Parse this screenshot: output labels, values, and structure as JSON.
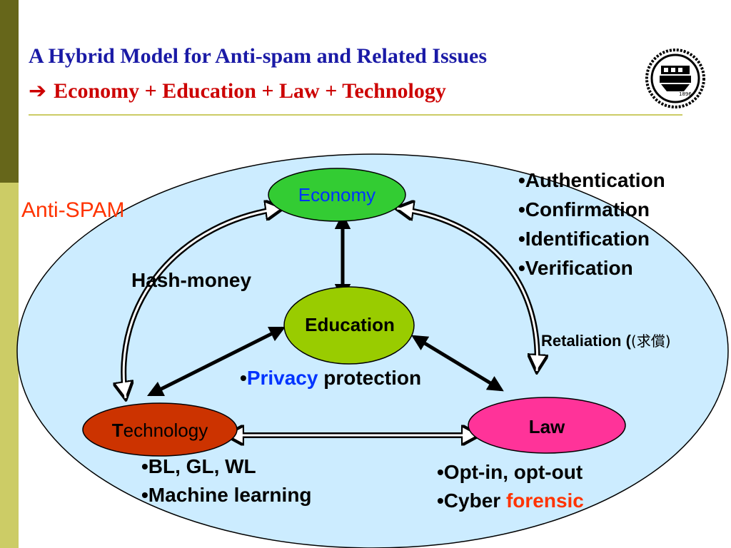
{
  "slide": {
    "title_line1": "A Hybrid Model for Anti-spam and Related Issues",
    "title_arrow": "➔",
    "title_line2": "Economy + Education + Law + Technology"
  },
  "seal": {
    "year": "1896"
  },
  "diagram": {
    "region_label": "Anti-SPAM",
    "nodes": {
      "economy": "Economy",
      "education": "Education",
      "technology_initial": "T",
      "technology_rest": "echnology",
      "law": "Law"
    },
    "edge_labels": {
      "hash_money": "Hash-money",
      "retaliation_prefix": "Retaliation (",
      "retaliation_cjk": "(求償)",
      "privacy_bullet": "•",
      "privacy_word": "Privacy",
      "privacy_rest": " protection"
    },
    "economy_law_bullets": [
      "•Authentication",
      "•Confirmation",
      "•Identification",
      "•Verification"
    ],
    "technology_bullets": [
      "•BL, GL, WL",
      "•Machine learning"
    ],
    "law_bullets": {
      "line1": "•Opt-in, opt-out",
      "line2_prefix": "•Cyber ",
      "line2_highlight": "forensic"
    }
  },
  "colors": {
    "title_blue": "#1a1aa6",
    "title_red": "#cc0000",
    "oval_fill": "#ccecff",
    "economy_fill": "#33cc33",
    "education_fill": "#99cc00",
    "technology_fill": "#cc3300",
    "law_fill": "#ff3399",
    "economy_text": "#0033ff",
    "highlight_red": "#ff3300"
  }
}
